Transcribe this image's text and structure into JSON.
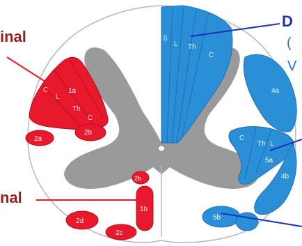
{
  "left_labels": {
    "top": "inal",
    "bottom": "nal"
  },
  "right_labels": {
    "letter_d": "D",
    "paren": "(",
    "letter_v": "V"
  },
  "tract_segments": {
    "dorsal_column": [
      "S",
      "L",
      "Th",
      "C"
    ],
    "spinocerebellar": [
      "C",
      "L",
      "1a",
      "Th",
      "C"
    ],
    "lateral": [
      "C",
      "Th",
      "L"
    ]
  },
  "nuclei": {
    "n_1a": "1a",
    "n_2a": "2a",
    "n_2b_left": "2b",
    "n_2b_mid": "2b",
    "n_1b": "1b",
    "n_2d": "2d",
    "n_2c": "2c",
    "n_4a": "4a",
    "n_5a": "5a",
    "n_4b": "4b",
    "n_5b": "5b"
  },
  "colors": {
    "red": "#e8192c",
    "blue": "#2b8fd8",
    "gray": "#9a9a9a",
    "label_red": "#9b1c1c",
    "pointer_blue": "#1f2fb8"
  }
}
